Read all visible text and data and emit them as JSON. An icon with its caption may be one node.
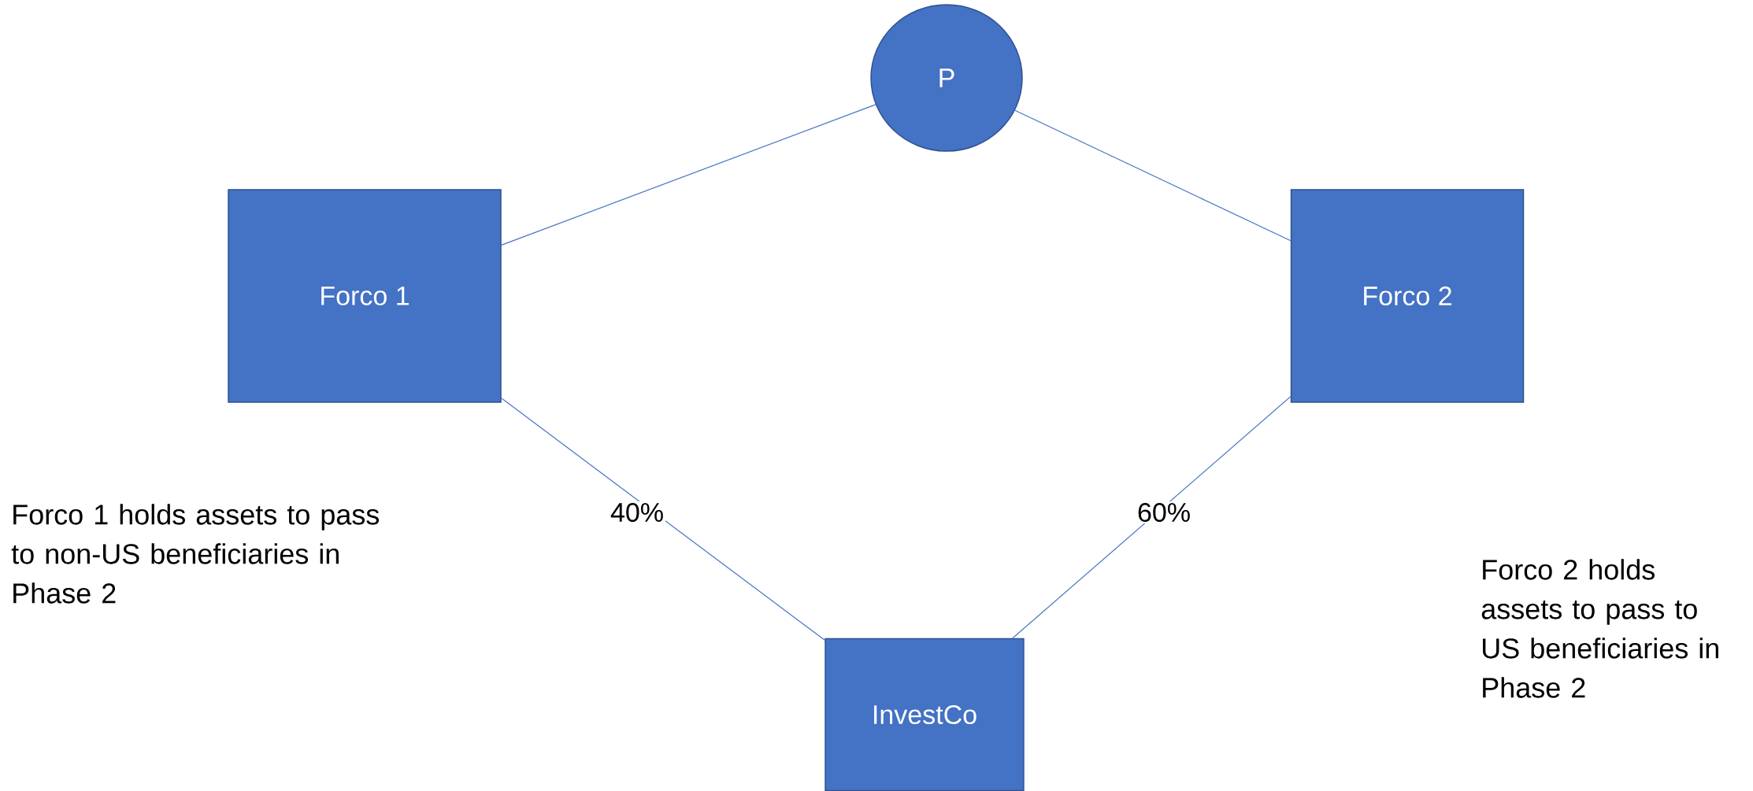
{
  "diagram": {
    "nodes": [
      {
        "text": [
          "P"
        ]
      },
      {
        "text": [
          "Forco 1"
        ]
      },
      {
        "text": [
          "Forco 2"
        ]
      },
      {
        "text": [
          "InvestCo"
        ]
      }
    ],
    "edges": [
      {
        "from": 0,
        "to": 1,
        "arrow": "none"
      },
      {
        "from": 0,
        "to": 2,
        "arrow": "none"
      },
      {
        "from": 1,
        "to": 3,
        "arrow": "none",
        "label": "40%"
      },
      {
        "from": 2,
        "to": 3,
        "arrow": "none",
        "label": "60%"
      }
    ],
    "labels": [
      "Forco 1 holds assets to pass to non-US beneficiaries in Phase 2",
      "Forco 2 holds assets to pass to US beneficiaries in Phase 2"
    ]
  }
}
